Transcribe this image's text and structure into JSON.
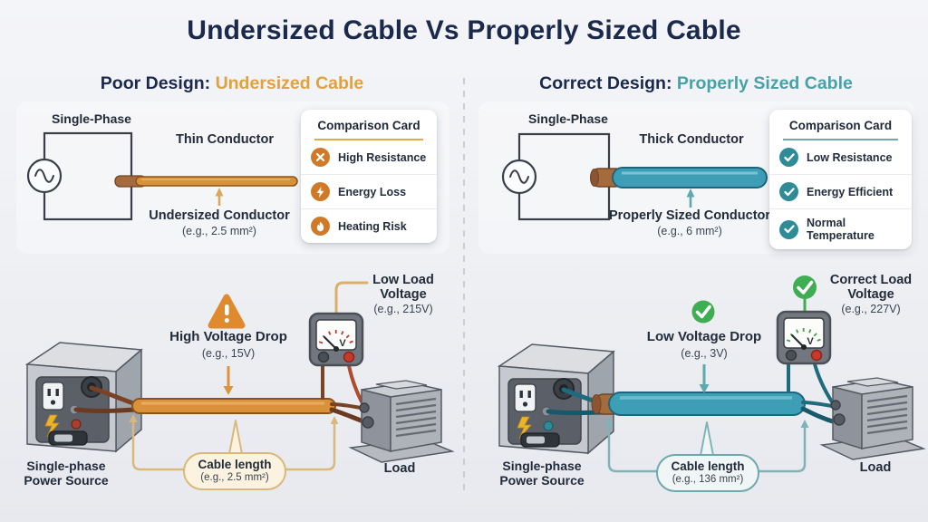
{
  "title": "Undersized Cable Vs Properly Sized Cable",
  "left_panel": {
    "header": {
      "prefix": "Poor Design:",
      "accent": "Undersized Cable"
    },
    "circuit": {
      "source_label": "Single-Phase",
      "conductor_label": "Thin Conductor",
      "caption": "Undersized Conductor",
      "caption_detail": "(e.g., 2.5 mm²)"
    },
    "card": {
      "title": "Comparison Card",
      "items": [
        {
          "icon": "x-circle-icon",
          "label": "High Resistance"
        },
        {
          "icon": "bolt-circle-icon",
          "label": "Energy Loss"
        },
        {
          "icon": "flame-circle-icon",
          "label": "Heating Risk"
        }
      ]
    },
    "scene": {
      "power_source_line1": "Single-phase",
      "power_source_line2": "Power Source",
      "voltage_drop_label": "High Voltage Drop",
      "voltage_drop_value": "(e.g., 15V)",
      "load_voltage_line1": "Low Load",
      "load_voltage_line2": "Voltage",
      "load_voltage_value": "(e.g., 215V)",
      "load_label": "Load",
      "cable_length_label": "Cable length",
      "cable_length_value": "(e.g., 2.5 mm²)",
      "meter_unit": "V"
    }
  },
  "right_panel": {
    "header": {
      "prefix": "Correct Design:",
      "accent": "Properly Sized Cable"
    },
    "circuit": {
      "source_label": "Single-Phase",
      "conductor_label": "Thick Conductor",
      "caption": "Properly Sized Conductor",
      "caption_detail": "(e.g., 6 mm²)"
    },
    "card": {
      "title": "Comparison Card",
      "items": [
        {
          "icon": "check-circle-icon",
          "label": "Low Resistance"
        },
        {
          "icon": "check-circle-icon",
          "label": "Energy Efficient"
        },
        {
          "icon": "check-circle-icon",
          "label": "Normal Temperature"
        }
      ]
    },
    "scene": {
      "power_source_line1": "Single-phase",
      "power_source_line2": "Power Source",
      "voltage_drop_label": "Low Voltage Drop",
      "voltage_drop_value": "(e.g., 3V)",
      "load_voltage_line1": "Correct Load",
      "load_voltage_line2": "Voltage",
      "load_voltage_value": "(e.g., 227V)",
      "load_label": "Load",
      "cable_length_label": "Cable length",
      "cable_length_value": "(e.g., 136 mm²)",
      "meter_unit": "V"
    }
  },
  "colors": {
    "title_navy": "#1b2a4a",
    "poor_accent": "#DFA23D",
    "correct_accent": "#49A1A6",
    "warning_orange": "#E08A2E",
    "success_green": "#3FAE52",
    "cable_orange": "#D9913A",
    "cable_teal": "#3E9EB5"
  }
}
